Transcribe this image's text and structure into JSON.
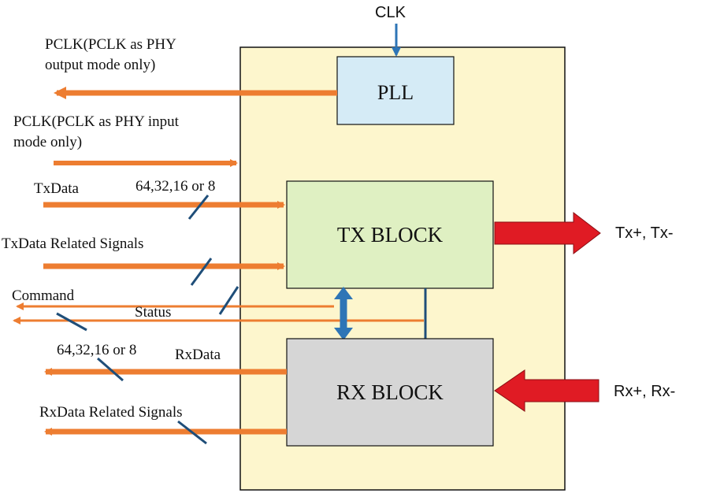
{
  "colors": {
    "container_fill": "#fdf6cd",
    "pll_fill": "#d5ebf6",
    "tx_fill": "#dff0c2",
    "rx_fill": "#d6d6d6",
    "orange_arrow": "#ed7d31",
    "red_arrow": "#e01b24",
    "blue_arrow": "#2e75b6",
    "slash": "#1f4e79"
  },
  "labels": {
    "clk": "CLK",
    "pll": "PLL",
    "tx_block": "TX BLOCK",
    "rx_block": "RX BLOCK",
    "tx_out": "Tx+, Tx-",
    "rx_in": "Rx+, Rx-",
    "pclk_out_line1": "PCLK(PCLK as PHY",
    "pclk_out_line2": "output mode only)",
    "pclk_in_line1": "PCLK(PCLK as PHY input",
    "pclk_in_line2": "mode only)",
    "txdata": "TxData",
    "txdata_width": "64,32,16 or 8",
    "txdata_related": "TxData Related Signals",
    "command": "Command",
    "status": "Status",
    "rxdata_width": "64,32,16 or 8",
    "rxdata": "RxData",
    "rxdata_related": "RxData Related Signals"
  }
}
